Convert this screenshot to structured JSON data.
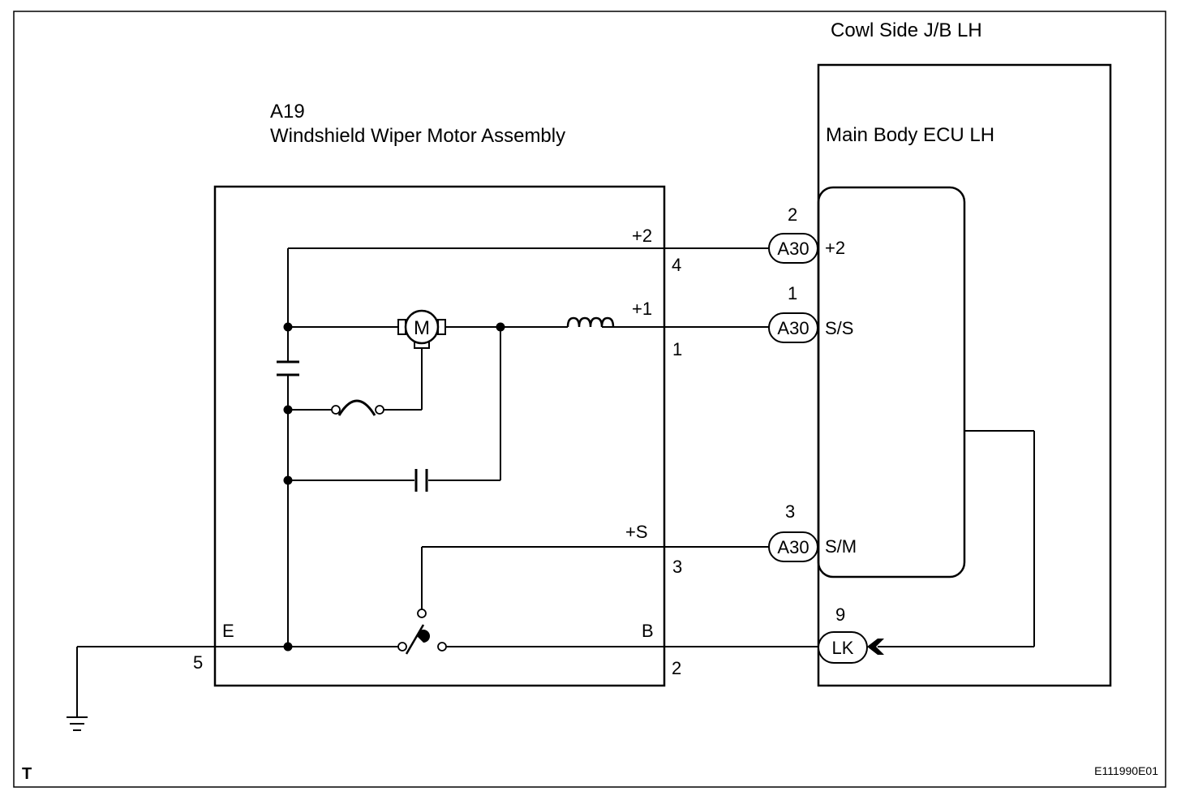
{
  "junction_block": {
    "title": "Cowl Side J/B LH"
  },
  "ecu": {
    "title": "Main Body ECU LH"
  },
  "motor_assembly": {
    "code": "A19",
    "title": "Windshield Wiper Motor Assembly",
    "motor_symbol": "M"
  },
  "terminals": {
    "plus2": {
      "label": "+2",
      "pin": "4"
    },
    "plus1": {
      "label": "+1",
      "pin": "1"
    },
    "plusS": {
      "label": "+S",
      "pin": "3"
    },
    "E": {
      "label": "E",
      "pin": "5"
    },
    "B": {
      "label": "B",
      "pin": "2"
    }
  },
  "ecu_pins": [
    {
      "pin": "2",
      "connector": "A30",
      "name": "+2"
    },
    {
      "pin": "1",
      "connector": "A30",
      "name": "S/S"
    },
    {
      "pin": "3",
      "connector": "A30",
      "name": "S/M"
    }
  ],
  "lk_pin": {
    "pin": "9",
    "connector": "LK"
  },
  "footer": {
    "left": "T",
    "right": "E111990E01"
  }
}
